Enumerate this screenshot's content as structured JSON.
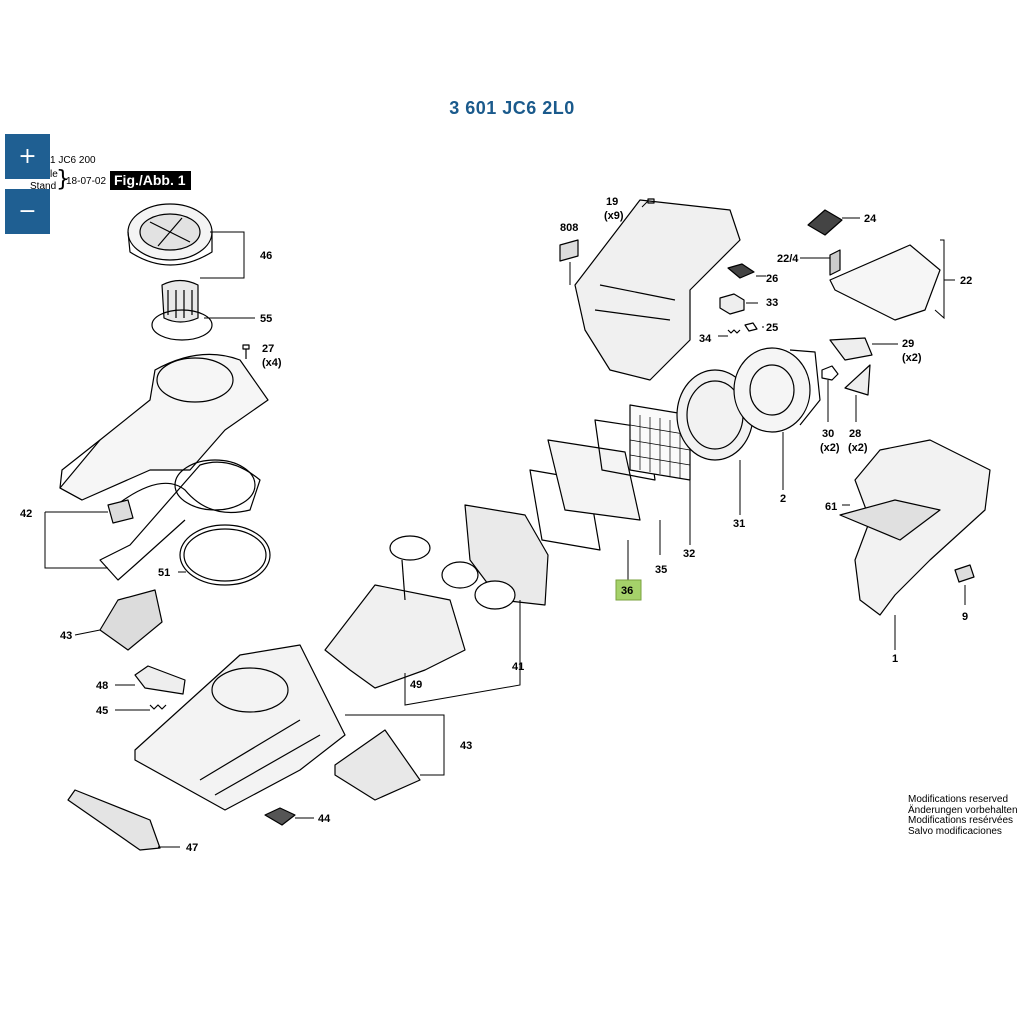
{
  "title": "3 601 JC6 2L0",
  "zoom": {
    "in_label": "+",
    "out_label": "−"
  },
  "header": {
    "line1": "1 JC6 200",
    "line2": "le",
    "line3": "Stand",
    "brace": "}",
    "date": "18-07-02",
    "figure_label": "Fig./Abb. 1"
  },
  "modifications": [
    "Modifications reserved",
    "Änderungen vorbehalten",
    "Modifications resérvées",
    "Salvo modificaciones"
  ],
  "highlight_color": "#a5d26a",
  "accent_color": "#1f5f92",
  "labels": [
    {
      "id": "46",
      "text": "46"
    },
    {
      "id": "55",
      "text": "55"
    },
    {
      "id": "27",
      "text": "27"
    },
    {
      "id": "27q",
      "text": "(x4)"
    },
    {
      "id": "42",
      "text": "42"
    },
    {
      "id": "51",
      "text": "51"
    },
    {
      "id": "43a",
      "text": "43"
    },
    {
      "id": "48",
      "text": "48"
    },
    {
      "id": "45",
      "text": "45"
    },
    {
      "id": "47",
      "text": "47"
    },
    {
      "id": "44",
      "text": "44"
    },
    {
      "id": "43b",
      "text": "43"
    },
    {
      "id": "49",
      "text": "49"
    },
    {
      "id": "41",
      "text": "41"
    },
    {
      "id": "36",
      "text": "36"
    },
    {
      "id": "35",
      "text": "35"
    },
    {
      "id": "32",
      "text": "32"
    },
    {
      "id": "31",
      "text": "31"
    },
    {
      "id": "2",
      "text": "2"
    },
    {
      "id": "808",
      "text": "808"
    },
    {
      "id": "19",
      "text": "19"
    },
    {
      "id": "19q",
      "text": "(x9)"
    },
    {
      "id": "26",
      "text": "26"
    },
    {
      "id": "33",
      "text": "33"
    },
    {
      "id": "34",
      "text": "34"
    },
    {
      "id": "25",
      "text": "25"
    },
    {
      "id": "24",
      "text": "24"
    },
    {
      "id": "224",
      "text": "22/4"
    },
    {
      "id": "22",
      "text": "22"
    },
    {
      "id": "29",
      "text": "29"
    },
    {
      "id": "29q",
      "text": "(x2)"
    },
    {
      "id": "30",
      "text": "30"
    },
    {
      "id": "30q",
      "text": "(x2)"
    },
    {
      "id": "28",
      "text": "28"
    },
    {
      "id": "28q",
      "text": "(x2)"
    },
    {
      "id": "61",
      "text": "61"
    },
    {
      "id": "9",
      "text": "9"
    },
    {
      "id": "1",
      "text": "1"
    }
  ]
}
